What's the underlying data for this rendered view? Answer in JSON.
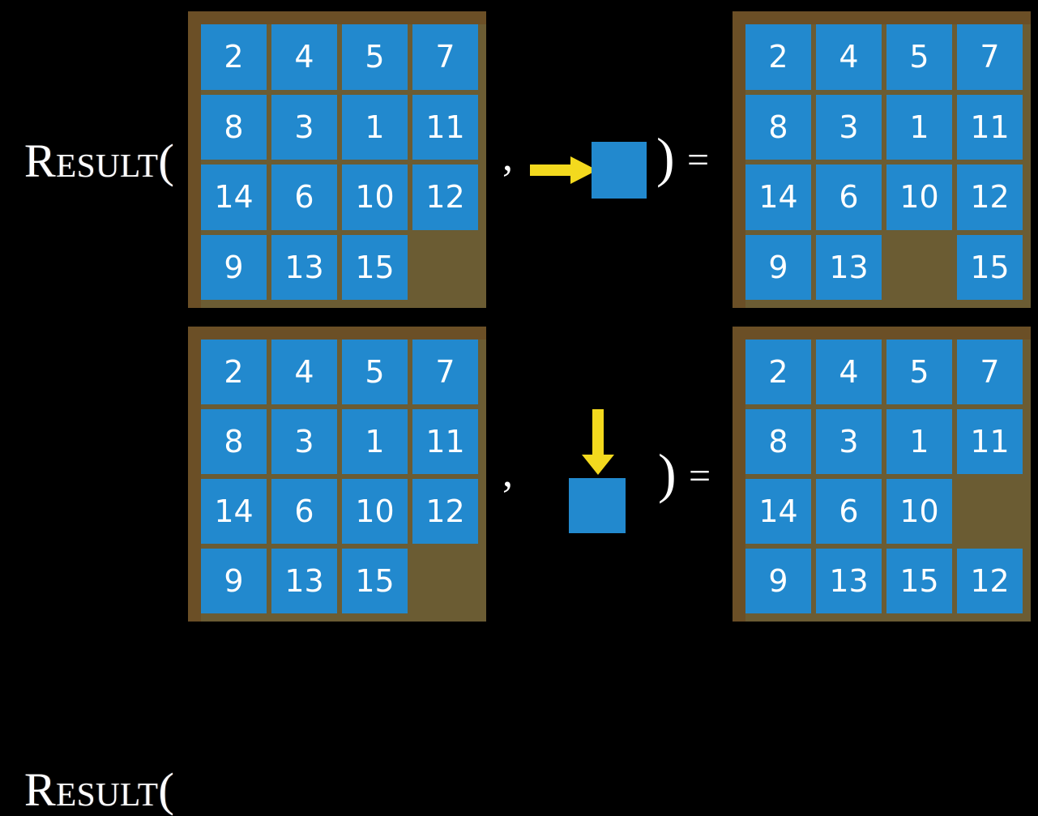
{
  "colors": {
    "background": "#000000",
    "tile": "#2289ce",
    "board_inner": "#6b5c33",
    "board_frame": "#6b4f26",
    "arrow": "#f3d91e",
    "text": "#ffffff"
  },
  "rows": [
    {
      "id": "row-top",
      "label": "Result(",
      "comma": ",",
      "close_paren": ")",
      "equals": "=",
      "move_icon": "arrow-right-icon",
      "move_direction": "right",
      "input_board": {
        "name": "input-board-top",
        "grid": [
          [
            "2",
            "4",
            "5",
            "7"
          ],
          [
            "8",
            "3",
            "1",
            "11"
          ],
          [
            "14",
            "6",
            "10",
            "12"
          ],
          [
            "9",
            "13",
            "15",
            ""
          ]
        ]
      },
      "output_board": {
        "name": "output-board-top",
        "grid": [
          [
            "2",
            "4",
            "5",
            "7"
          ],
          [
            "8",
            "3",
            "1",
            "11"
          ],
          [
            "14",
            "6",
            "10",
            "12"
          ],
          [
            "9",
            "13",
            "",
            "15"
          ]
        ]
      }
    },
    {
      "id": "row-bottom",
      "label": "Result(",
      "comma": ",",
      "close_paren": ")",
      "equals": "=",
      "move_icon": "arrow-down-icon",
      "move_direction": "down",
      "input_board": {
        "name": "input-board-bottom",
        "grid": [
          [
            "2",
            "4",
            "5",
            "7"
          ],
          [
            "8",
            "3",
            "1",
            "11"
          ],
          [
            "14",
            "6",
            "10",
            "12"
          ],
          [
            "9",
            "13",
            "15",
            ""
          ]
        ]
      },
      "output_board": {
        "name": "output-board-bottom",
        "grid": [
          [
            "2",
            "4",
            "5",
            "7"
          ],
          [
            "8",
            "3",
            "1",
            "11"
          ],
          [
            "14",
            "6",
            "10",
            ""
          ],
          [
            "9",
            "13",
            "15",
            "12"
          ]
        ]
      }
    }
  ]
}
